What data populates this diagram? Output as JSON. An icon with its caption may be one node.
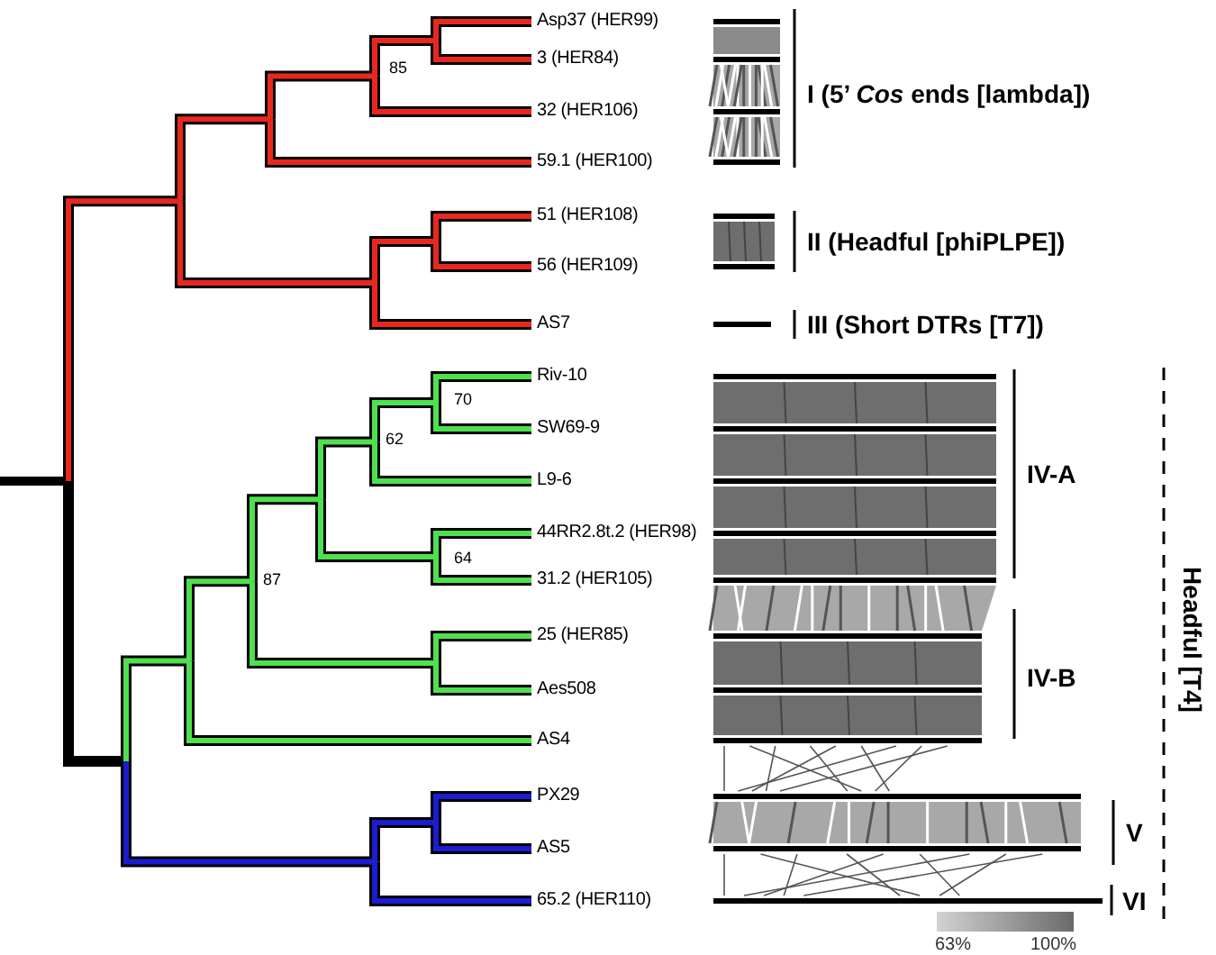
{
  "diagram": {
    "labels": [
      "Asp37 (HER99)",
      "85",
      "3 (HER84)",
      "I (5’ *Cos* ends [lambda])",
      "32 (HER106)",
      "59.1 (HER100)",
      "51 (HER108)",
      "II (Headful [phiPLPE])",
      "56 (HER109)",
      "AS7",
      "III (Short DTRs [T7])",
      "Riv-10",
      "70",
      "SW69-9",
      "62",
      "L9-6",
      "IV-A",
      "44RR2.8t.2 (HER98)",
      "64",
      "87",
      "31.2 (HER105)",
      "25 (HER85)",
      "Headful [T4]",
      "IV-B",
      "Aes508",
      "AS4",
      "PX29",
      "V",
      "AS5",
      "65.2 (HER110)",
      "VI",
      "63%",
      "100%"
    ]
  }
}
